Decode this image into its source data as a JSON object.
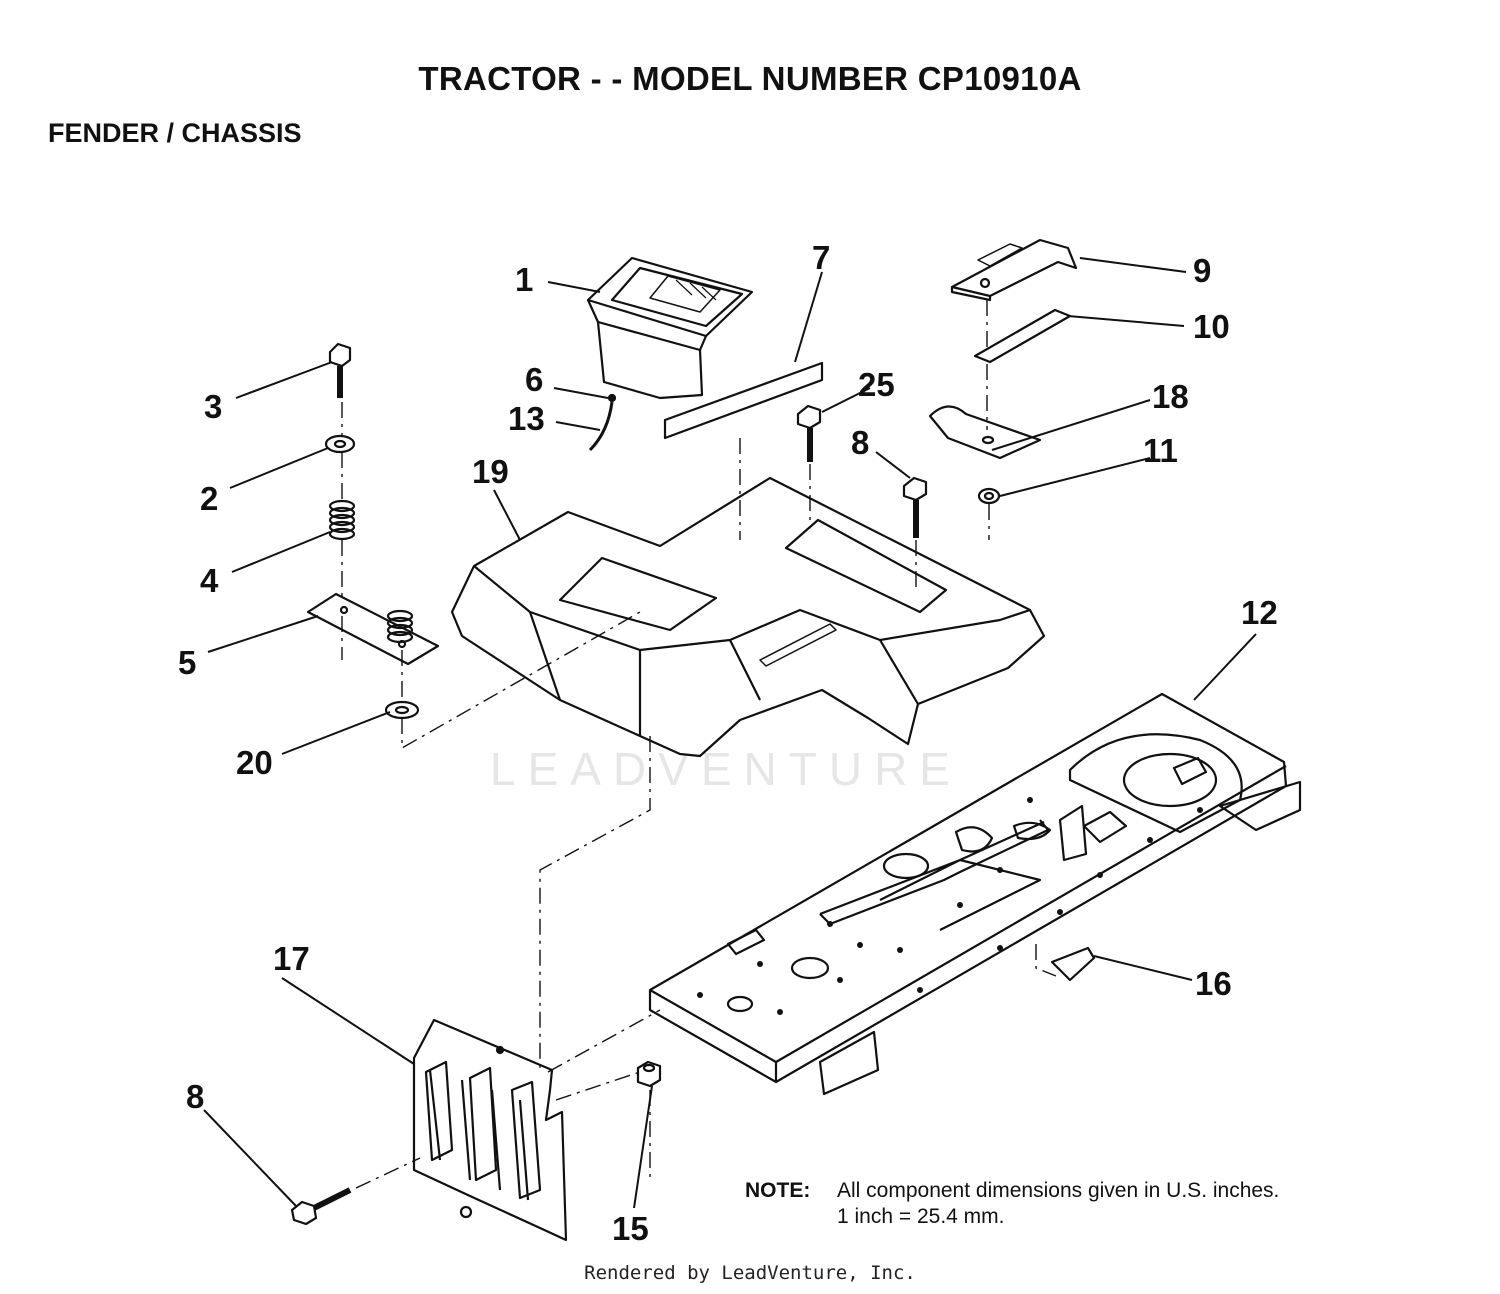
{
  "header": {
    "title": "TRACTOR - - MODEL NUMBER CP10910A",
    "subtitle": "FENDER / CHASSIS"
  },
  "watermark": "LEADVENTURE",
  "callouts": {
    "c1": "1",
    "c7": "7",
    "c9": "9",
    "c10": "10",
    "c3": "3",
    "c6": "6",
    "c25": "25",
    "c18": "18",
    "c13": "13",
    "c8a": "8",
    "c11": "11",
    "c2": "2",
    "c19": "19",
    "c4": "4",
    "c12": "12",
    "c5": "5",
    "c20": "20",
    "c17": "17",
    "c16": "16",
    "c8b": "8",
    "c15": "15"
  },
  "note": {
    "label": "NOTE:",
    "line1": "All component dimensions given in U.S. inches.",
    "line2": "1 inch = 25.4 mm."
  },
  "footer": "Rendered by LeadVenture, Inc."
}
